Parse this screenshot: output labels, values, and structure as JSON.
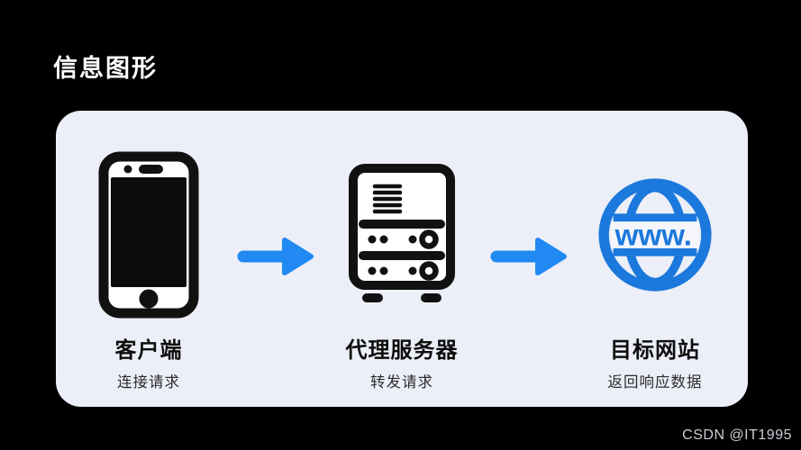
{
  "page": {
    "title": "信息图形",
    "watermark": "CSDN @IT1995"
  },
  "colors": {
    "page_bg": "#000000",
    "card_bg": "#eceff8",
    "icon_black": "#111111",
    "arrow_blue": "#2089f2",
    "globe_blue": "#1b78dc",
    "watermark_gray": "#c9cdd4"
  },
  "flow": {
    "nodes": [
      {
        "icon": "smartphone-icon",
        "label": "客户端",
        "sublabel": "连接请求"
      },
      {
        "icon": "server-icon",
        "label": "代理服务器",
        "sublabel": "转发请求"
      },
      {
        "icon": "globe-www-icon",
        "label": "目标网站",
        "sublabel": "返回响应数据",
        "globe_text": "www."
      }
    ],
    "arrows": [
      {
        "direction": "right"
      },
      {
        "direction": "right"
      }
    ]
  }
}
